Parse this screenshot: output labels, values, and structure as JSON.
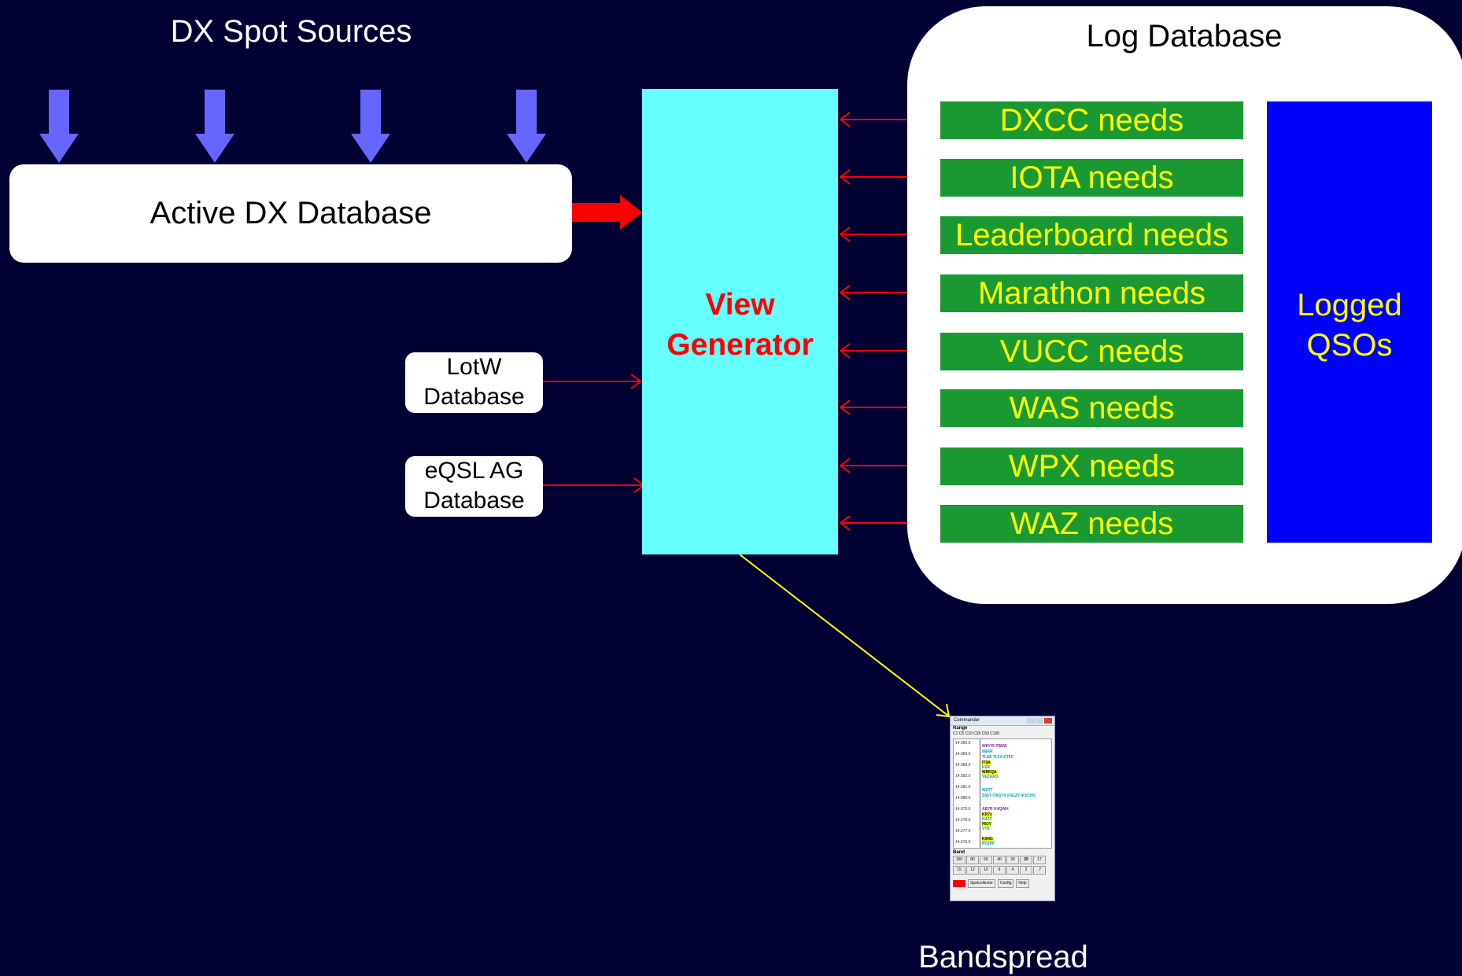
{
  "spot_sources": {
    "title": "DX Spot Sources"
  },
  "active_db": {
    "label": "Active DX Database"
  },
  "view_generator": {
    "line1": "View",
    "line2": "Generator"
  },
  "lotw": {
    "line1": "LotW",
    "line2": "Database"
  },
  "eqsl": {
    "line1": "eQSL AG",
    "line2": "Database"
  },
  "log_db": {
    "title": "Log Database",
    "needs": [
      "DXCC needs",
      "IOTA needs",
      "Leaderboard needs",
      "Marathon needs",
      "VUCC needs",
      "WAS needs",
      "WPX needs",
      "WAZ needs"
    ],
    "logged_qsos": {
      "line1": "Logged",
      "line2": "QSOs"
    }
  },
  "bandspread": {
    "label": "Bandspread"
  },
  "commander": {
    "title": "Commander",
    "range_title": "Range",
    "range_options": "C1  C5  C10  C25  C50  C100",
    "freqs": [
      "14.085.0",
      "14.084.0",
      "14.083.0",
      "14.082.0",
      "14.081.0",
      "14.080.0",
      "14.079.0",
      "14.078.0",
      "14.077.0",
      "14.076.0"
    ],
    "spots": [
      "W8Y/R PB6W",
      "N8AR",
      "TL8A TL5A ET6C",
      "IT9A",
      "K6R",
      "W8KQA",
      "VE2AXO",
      "W2TT",
      "S56T ITASTX F5GZY IK5CHU",
      "AB7R K4QWH",
      "KR7x",
      "N4ZZ",
      "F8JY",
      "VY6",
      "K0NG",
      "PD1PF"
    ],
    "band_title": "Band",
    "bands_row1": [
      "160",
      "80",
      "60",
      "40",
      "30",
      "20",
      "17"
    ],
    "bands_row2": [
      "15",
      "12",
      "10",
      "6",
      "4",
      "2",
      ".7"
    ],
    "buttons": [
      "Spotcollector",
      "Config",
      "Help"
    ]
  },
  "colors": {
    "background": "#000033",
    "spot_arrow": "#6666ff",
    "view_generator_fill": "#66ffff",
    "needs_fill": "#1a9933",
    "needs_text": "#ffff00",
    "logged_fill": "#0000ff",
    "link_line": "#ff0000",
    "output_line": "#ffff00"
  }
}
